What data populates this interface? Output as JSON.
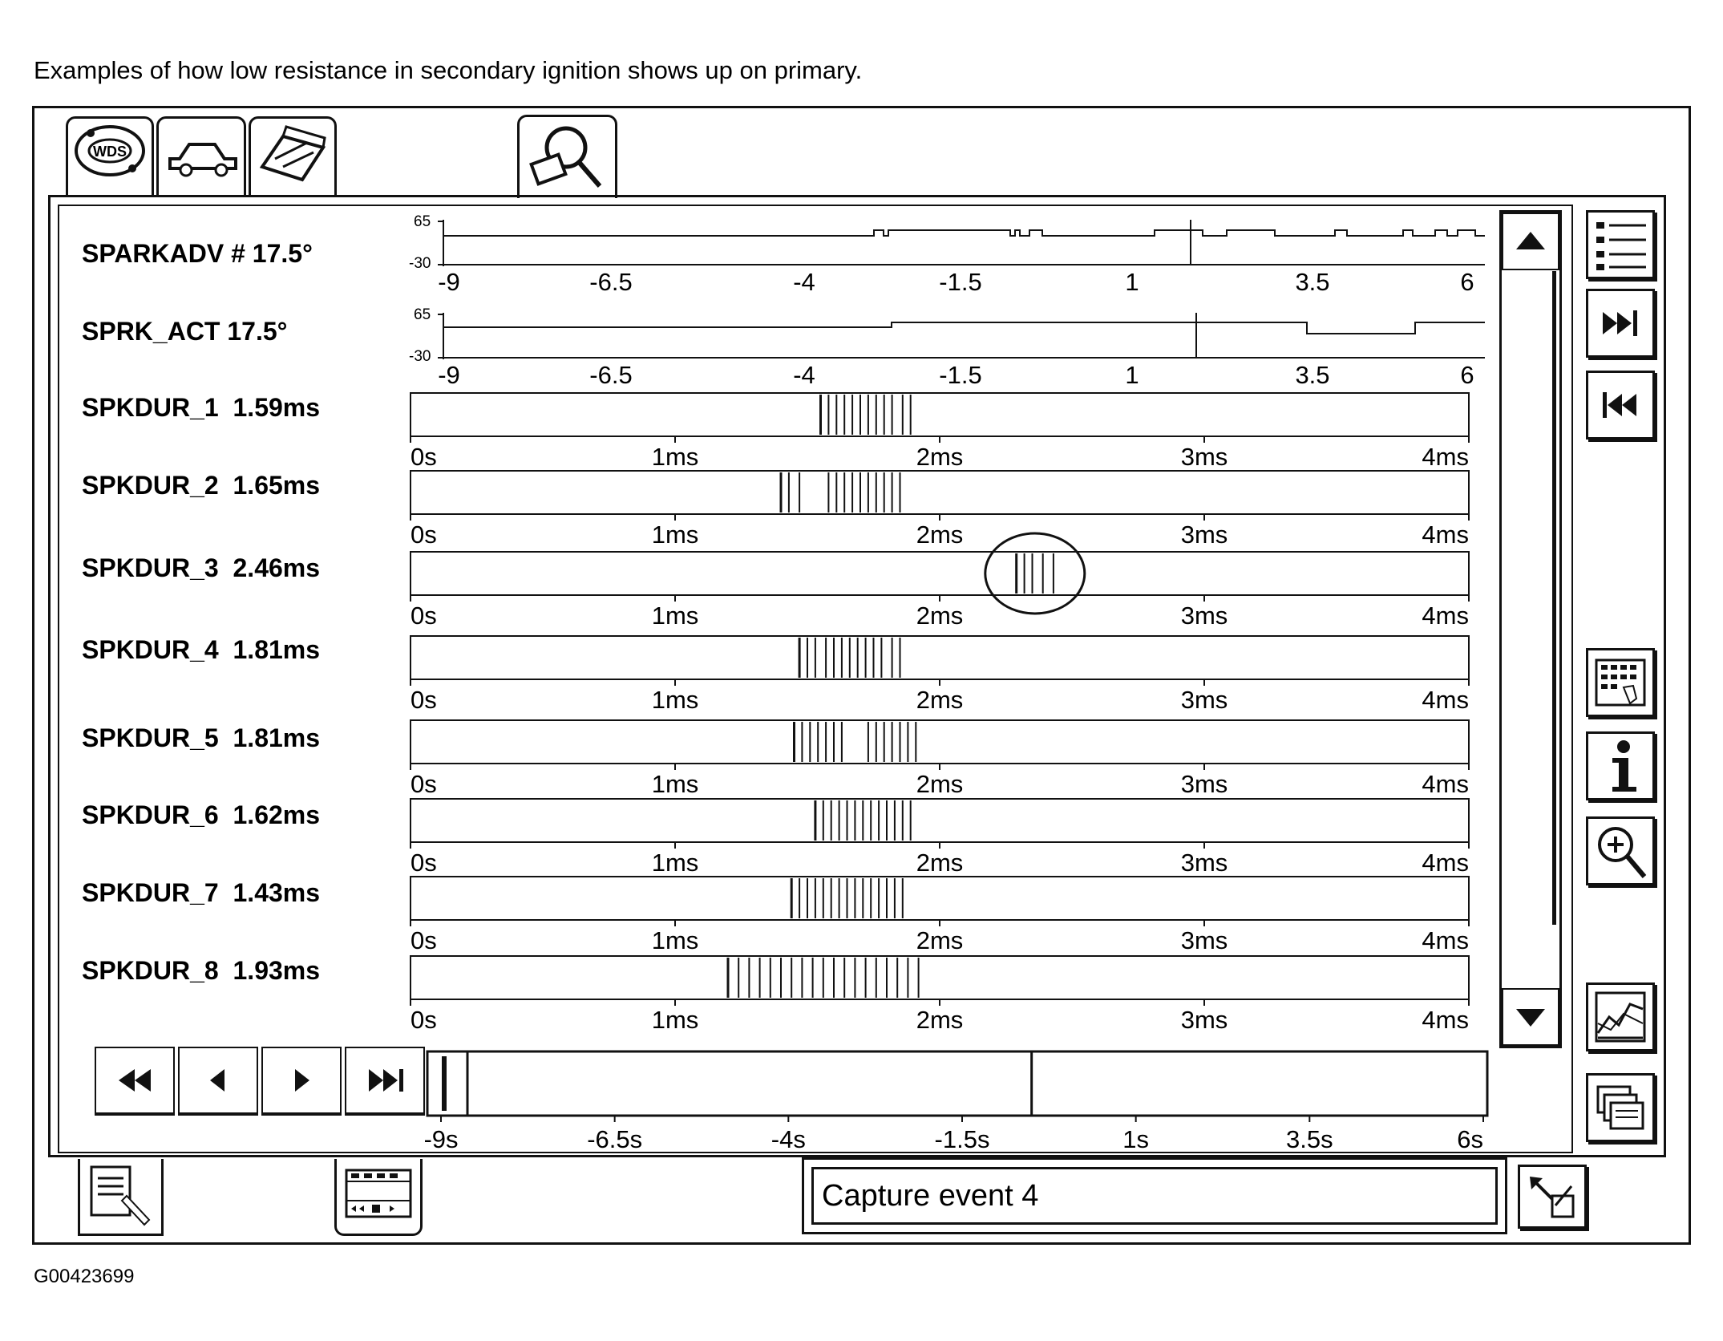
{
  "caption": "Examples of how low resistance in secondary ignition shows up on primary.",
  "figure_id": "G00423699",
  "icons": {
    "tabs": [
      "wds-globe-icon",
      "vehicle-icon",
      "toolbox-icon",
      "magnifier-tool-icon"
    ],
    "right_toolbar": [
      "list-icon",
      "skip-forward-icon",
      "skip-back-icon",
      "keypad-icon",
      "info-icon",
      "zoom-in-icon",
      "graph-icon",
      "stacked-pages-icon"
    ],
    "bottom": [
      "notepad-icon",
      "film-strip-icon",
      "expand-icon"
    ]
  },
  "chart_data": [
    {
      "type": "line",
      "pid": "SPARKADV # 17.5°",
      "y_range_labels": [
        "65",
        "-30"
      ],
      "x_ticks": [
        "-9",
        "-6.5",
        "-4",
        "-1.5",
        "1",
        "3.5",
        "6"
      ]
    },
    {
      "type": "line",
      "pid": "SPRK_ACT 17.5°",
      "y_range_labels": [
        "65",
        "-30"
      ],
      "x_ticks": [
        "-9",
        "-6.5",
        "-4",
        "-1.5",
        "1",
        "3.5",
        "6"
      ]
    },
    {
      "type": "bar",
      "pid": "SPKDUR_1  1.59ms",
      "x_ticks": [
        "0s",
        "1ms",
        "2ms",
        "3ms",
        "4ms"
      ],
      "xlim": [
        0,
        4
      ],
      "marks_ms": [
        1.55,
        1.58,
        1.61,
        1.64,
        1.67,
        1.7,
        1.73,
        1.76,
        1.79,
        1.82,
        1.86,
        1.89
      ]
    },
    {
      "type": "bar",
      "pid": "SPKDUR_2  1.65ms",
      "x_ticks": [
        "0s",
        "1ms",
        "2ms",
        "3ms",
        "4ms"
      ],
      "xlim": [
        0,
        4
      ],
      "marks_ms": [
        1.4,
        1.43,
        1.47,
        1.58,
        1.61,
        1.64,
        1.67,
        1.7,
        1.73,
        1.76,
        1.79,
        1.82,
        1.85
      ]
    },
    {
      "type": "bar",
      "pid": "SPKDUR_3  2.46ms",
      "x_ticks": [
        "0s",
        "1ms",
        "2ms",
        "3ms",
        "4ms"
      ],
      "xlim": [
        0,
        4
      ],
      "marks_ms": [
        2.29,
        2.32,
        2.35,
        2.39,
        2.43
      ],
      "highlight_ms": 2.36
    },
    {
      "type": "bar",
      "pid": "SPKDUR_4  1.81ms",
      "x_ticks": [
        "0s",
        "1ms",
        "2ms",
        "3ms",
        "4ms"
      ],
      "xlim": [
        0,
        4
      ],
      "marks_ms": [
        1.47,
        1.5,
        1.53,
        1.57,
        1.6,
        1.63,
        1.66,
        1.69,
        1.72,
        1.75,
        1.78,
        1.82,
        1.85
      ]
    },
    {
      "type": "bar",
      "pid": "SPKDUR_5  1.81ms",
      "x_ticks": [
        "0s",
        "1ms",
        "2ms",
        "3ms",
        "4ms"
      ],
      "xlim": [
        0,
        4
      ],
      "marks_ms": [
        1.45,
        1.48,
        1.51,
        1.54,
        1.57,
        1.6,
        1.63,
        1.73,
        1.76,
        1.79,
        1.82,
        1.85,
        1.88,
        1.91
      ]
    },
    {
      "type": "bar",
      "pid": "SPKDUR_6  1.62ms",
      "x_ticks": [
        "0s",
        "1ms",
        "2ms",
        "3ms",
        "4ms"
      ],
      "xlim": [
        0,
        4
      ],
      "marks_ms": [
        1.53,
        1.56,
        1.59,
        1.62,
        1.65,
        1.68,
        1.71,
        1.74,
        1.77,
        1.8,
        1.83,
        1.86,
        1.89
      ]
    },
    {
      "type": "bar",
      "pid": "SPKDUR_7  1.43ms",
      "x_ticks": [
        "0s",
        "1ms",
        "2ms",
        "3ms",
        "4ms"
      ],
      "xlim": [
        0,
        4
      ],
      "marks_ms": [
        1.44,
        1.47,
        1.5,
        1.53,
        1.56,
        1.59,
        1.62,
        1.65,
        1.68,
        1.71,
        1.74,
        1.77,
        1.8,
        1.83,
        1.86
      ]
    },
    {
      "type": "bar",
      "pid": "SPKDUR_8  1.93ms",
      "x_ticks": [
        "0s",
        "1ms",
        "2ms",
        "3ms",
        "4ms"
      ],
      "xlim": [
        0,
        4
      ],
      "marks_ms": [
        1.2,
        1.24,
        1.28,
        1.32,
        1.36,
        1.4,
        1.44,
        1.48,
        1.52,
        1.56,
        1.6,
        1.64,
        1.68,
        1.72,
        1.76,
        1.8,
        1.84,
        1.88,
        1.92
      ]
    }
  ],
  "timeline": {
    "ticks": [
      "-9s",
      "-6.5s",
      "-4s",
      "-1.5s",
      "1s",
      "3.5s",
      "6s"
    ],
    "xlim": [
      -9,
      6
    ],
    "cursor_s": -0.5
  },
  "playback": [
    "rewind",
    "step-back",
    "play",
    "fast-forward"
  ],
  "status": {
    "text": "Capture event 4"
  }
}
